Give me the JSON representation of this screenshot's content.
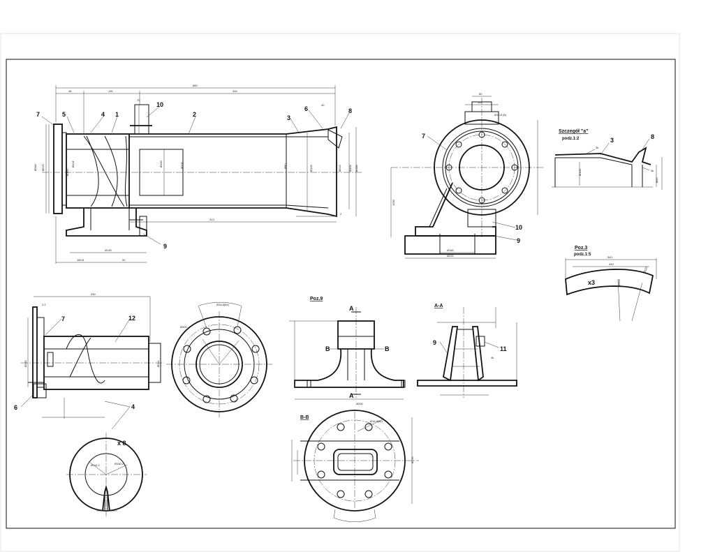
{
  "views": {
    "main": {
      "part_labels": [
        "7",
        "5",
        "4",
        "1",
        "10",
        "2",
        "3",
        "6",
        "8",
        "9"
      ],
      "dimensions": [
        "880",
        "48",
        "130",
        "494",
        "40",
        "70",
        "413",
        "2",
        "Ø280",
        "Ø220",
        "Ø160",
        "Ø114",
        "Ø100",
        "Ø200",
        "Ø80",
        "Ø100",
        "Ø216",
        "Ø300",
        "Ø180",
        "Ø130",
        "180.8",
        "90"
      ]
    },
    "end_view": {
      "part_labels": [
        "7",
        "10",
        "9"
      ],
      "dimensions": [
        "80",
        "110",
        "Ø16.8 (8)",
        "1030",
        "Ø160",
        "Ø220"
      ]
    },
    "detail_a": {
      "title": "Szczegół \"a\"",
      "scale": "podz.1:2",
      "part_labels": [
        "3",
        "8"
      ],
      "weld_marks": [
        "3k",
        "4k"
      ],
      "dimensions": [
        "Ø100",
        "Ø50"
      ]
    },
    "poz3": {
      "title": "Poz.3",
      "scale": "podz.1:5",
      "multiplier": "x3",
      "dimensions": [
        "540",
        "490",
        "Ø300",
        "Ø220"
      ]
    },
    "screw_section": {
      "part_labels": [
        "7",
        "12",
        "6",
        "4"
      ],
      "dimensions": [
        "290",
        "2.2",
        "Ø160",
        "Ø114"
      ]
    },
    "flange_view": {
      "dimensions": [
        "Ø16.8(8x)",
        "Ø300"
      ]
    },
    "poz9": {
      "title": "Poz.9",
      "section_marks": [
        "A",
        "A",
        "B",
        "B"
      ],
      "dimensions": [
        "Ø250"
      ]
    },
    "section_aa": {
      "title": "A-A",
      "part_labels": [
        "9",
        "11"
      ],
      "weld_marks": [
        "4k"
      ]
    },
    "section_bb": {
      "title": "B-B",
      "dimensions": [
        "Ø16.8(8x)",
        "Ø250"
      ]
    },
    "blade": {
      "multiplier": "x 8",
      "part_labels": [
        "4"
      ],
      "dimensions": [
        "Ø114.2",
        "Ø160.2"
      ]
    }
  }
}
